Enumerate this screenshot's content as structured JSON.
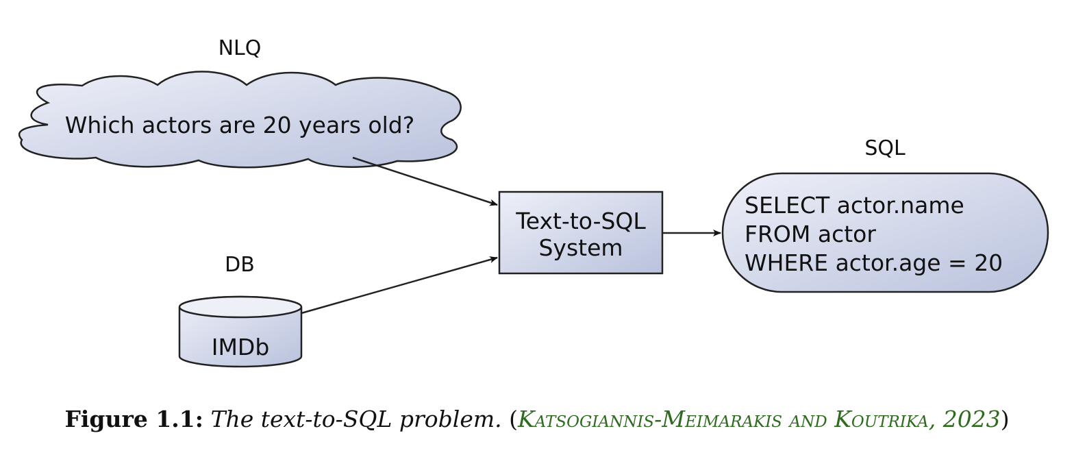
{
  "diagram": {
    "nlq_label": "NLQ",
    "nlq_text": "Which actors are 20 years old?",
    "db_label": "DB",
    "db_name": "IMDb",
    "system_line1": "Text-to-SQL",
    "system_line2": "System",
    "sql_label": "SQL",
    "sql_lines": [
      "SELECT actor.name",
      "FROM actor",
      "WHERE actor.age = 20"
    ]
  },
  "caption": {
    "figure_label": "Figure 1.1:",
    "text": "The text-to-SQL problem.",
    "open_paren": " (",
    "citation": "Katsogiannis-Meimarakis and Koutrika, 2023",
    "close_paren": ")"
  },
  "colors": {
    "shape_fill_light": "#eef0f8",
    "shape_fill_dark": "#b9c2dd",
    "citation": "#2e6b1f"
  }
}
